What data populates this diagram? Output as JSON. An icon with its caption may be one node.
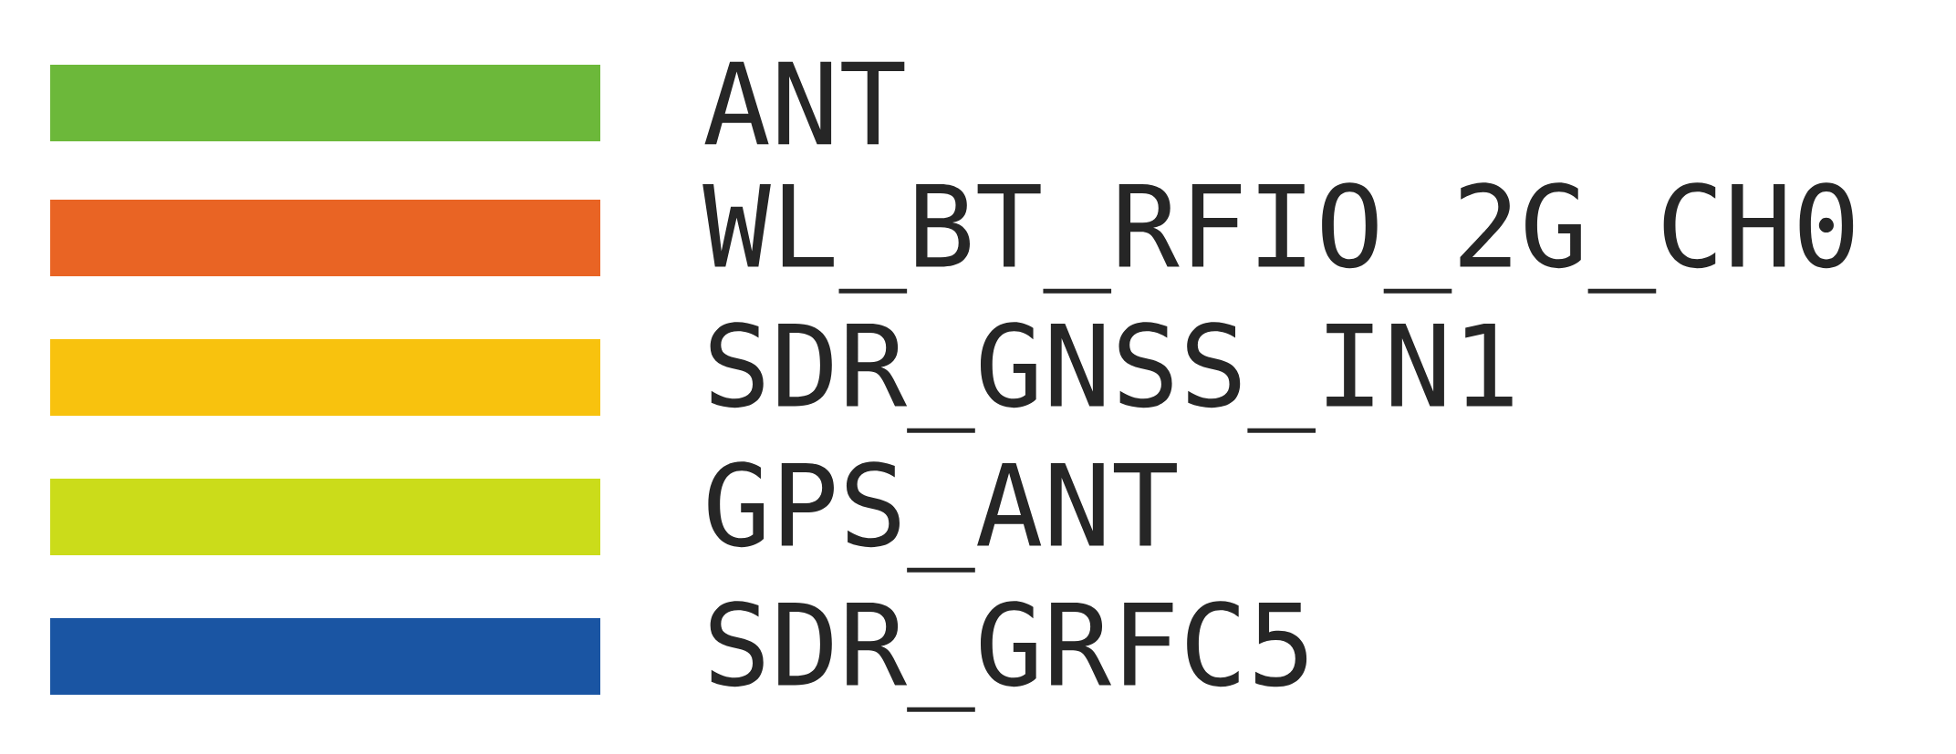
{
  "diagram": {
    "legend": [
      {
        "text": "ANT",
        "color": "#6cb83a"
      },
      {
        "text": "WL_BT_RFIO_2G_CH0",
        "color": "#e96424"
      },
      {
        "text": "SDR_GNSS_IN1",
        "color": "#f8c20e"
      },
      {
        "text": "GPS_ANT",
        "color": "#cbdc1a"
      },
      {
        "text": "SDR_GRFC5",
        "color": "#1a55a3"
      }
    ]
  }
}
